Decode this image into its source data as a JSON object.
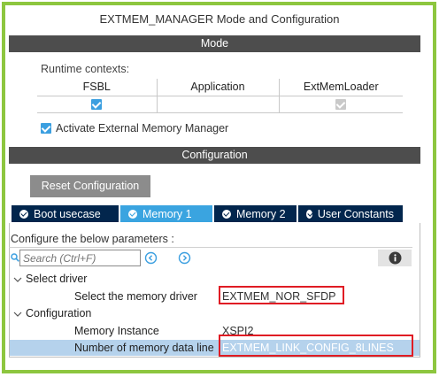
{
  "window": {
    "title": "EXTMEM_MANAGER Mode and Configuration"
  },
  "mode": {
    "header": "Mode",
    "runtime_label": "Runtime contexts:",
    "columns": [
      "FSBL",
      "Application",
      "ExtMemLoader"
    ],
    "checks": [
      "checked",
      "unchecked",
      "checked-disabled"
    ],
    "activate_label": "Activate External Memory Manager",
    "activate_checked": true
  },
  "configuration": {
    "header": "Configuration",
    "reset_label": "Reset Configuration",
    "tabs": [
      {
        "label": "Boot usecase",
        "active": false
      },
      {
        "label": "Memory 1",
        "active": true
      },
      {
        "label": "Memory 2",
        "active": false
      },
      {
        "label": "User Constants",
        "active": false
      }
    ],
    "params_label": "Configure the below parameters :",
    "search_placeholder": "Search (Ctrl+F)",
    "groups": [
      {
        "label": "Select driver",
        "items": [
          {
            "name": "Select the memory driver",
            "value": "EXTMEM_NOR_SFDP"
          }
        ]
      },
      {
        "label": "Configuration",
        "items": [
          {
            "name": "Memory Instance",
            "value": "XSPI2"
          },
          {
            "name": "Number of memory data line",
            "value": "EXTMEM_LINK_CONFIG_8LINES"
          }
        ]
      }
    ]
  },
  "colors": {
    "frame_border": "#8dc63f",
    "tab_active": "#3aa4e0",
    "tab_inactive": "#02264d",
    "highlight_box": "#e01c24",
    "selected_row": "#b5d2ec"
  },
  "icons": [
    "search-icon",
    "arrow-left-icon",
    "arrow-right-icon",
    "info-icon",
    "chevron-down-icon",
    "check-icon"
  ]
}
